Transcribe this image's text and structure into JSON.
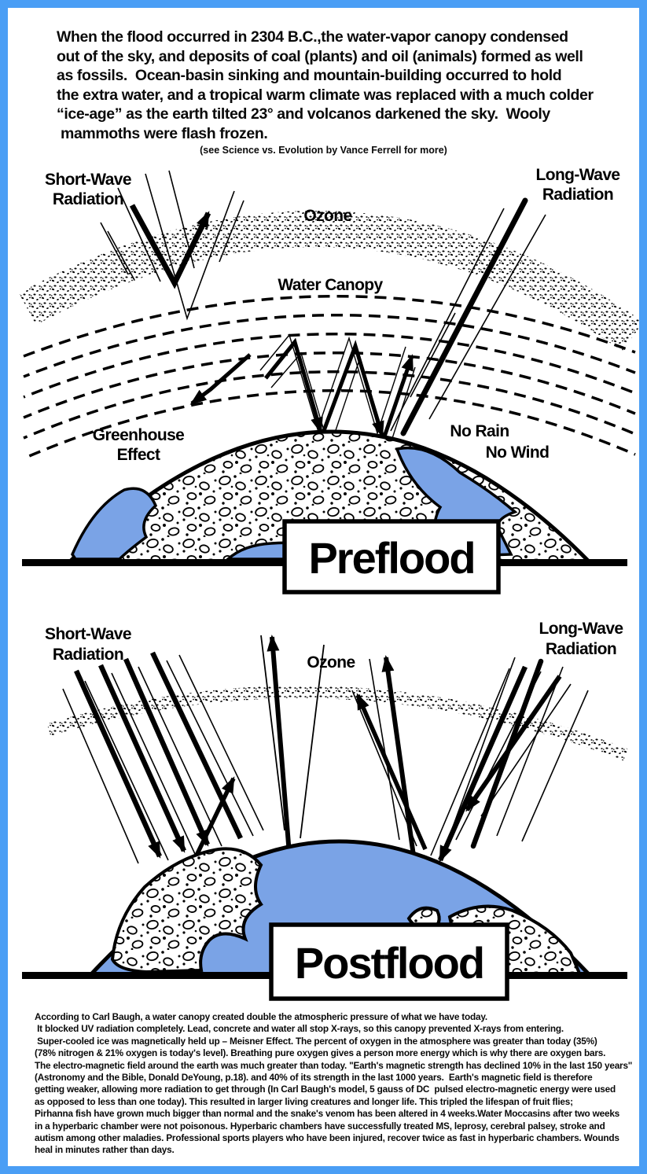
{
  "colors": {
    "border": "#4a9ef5",
    "ocean": "#7aa3e6",
    "ink": "#000000"
  },
  "intro": {
    "lines": [
      "When the flood occurred in 2304 B.C.,the water-vapor canopy condensed",
      "out of the sky, and deposits of coal (plants) and oil (animals) formed as well",
      "as fossils.  Ocean-basin sinking and mountain-building occurred to hold",
      "the extra water, and a tropical warm climate was replaced with a much colder",
      "“ice-age” as the earth tilted 23° and volcanos darkened the sky.  Wooly",
      " mammoths were flash frozen."
    ],
    "citation": "(see Science vs. Evolution by Vance Ferrell for more)"
  },
  "preflood": {
    "title": "Preflood",
    "labels": {
      "short_wave": [
        "Short-Wave",
        "Radiation"
      ],
      "long_wave": [
        "Long-Wave",
        "Radiation"
      ],
      "ozone": "Ozone",
      "water_canopy": "Water Canopy",
      "greenhouse": [
        "Greenhouse",
        "Effect"
      ],
      "no_rain": "No Rain",
      "no_wind": "No Wind"
    }
  },
  "postflood": {
    "title": "Postflood",
    "labels": {
      "short_wave": [
        "Short-Wave",
        "Radiation"
      ],
      "long_wave": [
        "Long-Wave",
        "Radiation"
      ],
      "ozone": "Ozone"
    }
  },
  "footer": {
    "lines": [
      "According to Carl Baugh, a water canopy created double the atmospheric pressure of what we have today.",
      " It blocked UV radiation completely. Lead, concrete and water all stop X-rays, so this canopy prevented X-rays from entering.",
      " Super-cooled ice was magnetically held up – Meisner Effect. The percent of oxygen in the atmosphere was greater than today (35%)",
      "(78% nitrogen & 21% oxygen is today's level). Breathing pure oxygen gives a person more energy which is why there are oxygen bars.",
      "The electro-magnetic field around the earth was much greater than today. \"Earth's magnetic strength has declined 10% in the last 150 years\"",
      "(Astronomy and the Bible, Donald DeYoung, p.18). and 40% of its strength in the last 1000 years.  Earth's magnetic field is therefore",
      "getting weaker, allowing more radiation to get through (In Carl Baugh's model, 5 gauss of DC  pulsed electro-magnetic energy were used",
      "as opposed to less than one today). This resulted in larger living creatures and longer life. This tripled the lifespan of fruit flies;",
      "Pirhanna fish have grown much bigger than normal and the snake's venom has been altered in 4 weeks.Water Moccasins after two weeks",
      "in a hyperbaric chamber were not poisonous. Hyperbaric chambers have successfully treated MS, leprosy, cerebral palsey, stroke and",
      "autism among other maladies. Professional sports players who have been injured, recover twice as fast in hyperbaric chambers. Wounds",
      "heal in minutes rather than days."
    ]
  }
}
